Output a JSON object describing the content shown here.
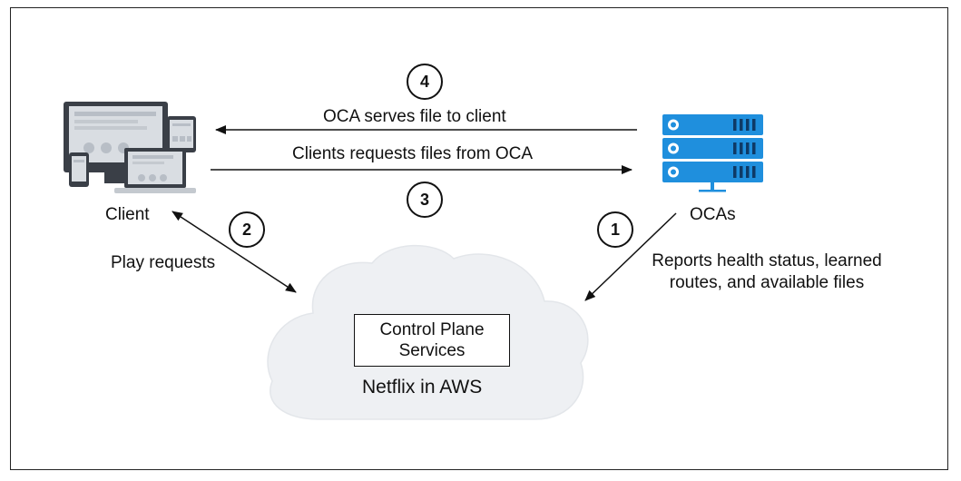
{
  "labels": {
    "client": "Client",
    "ocas": "OCAs",
    "play_requests": "Play requests",
    "oca_serves": "OCA serves file to client",
    "client_requests": "Clients requests files from OCA",
    "reports_line1": "Reports health status, learned",
    "reports_line2": "routes, and available files",
    "control_plane_line1": "Control Plane",
    "control_plane_line2": "Services",
    "netflix_aws": "Netflix in AWS"
  },
  "steps": [
    "1",
    "2",
    "3",
    "4"
  ],
  "colors": {
    "server_blue": "#1f8fdd",
    "server_dark": "#0e6fb5",
    "cloud": "#eef0f3",
    "device_dark": "#3a3f47",
    "screen": "#d9dde2"
  },
  "icons": {
    "client": "devices-icon",
    "ocas": "server-rack-icon",
    "aws": "cloud-icon"
  }
}
